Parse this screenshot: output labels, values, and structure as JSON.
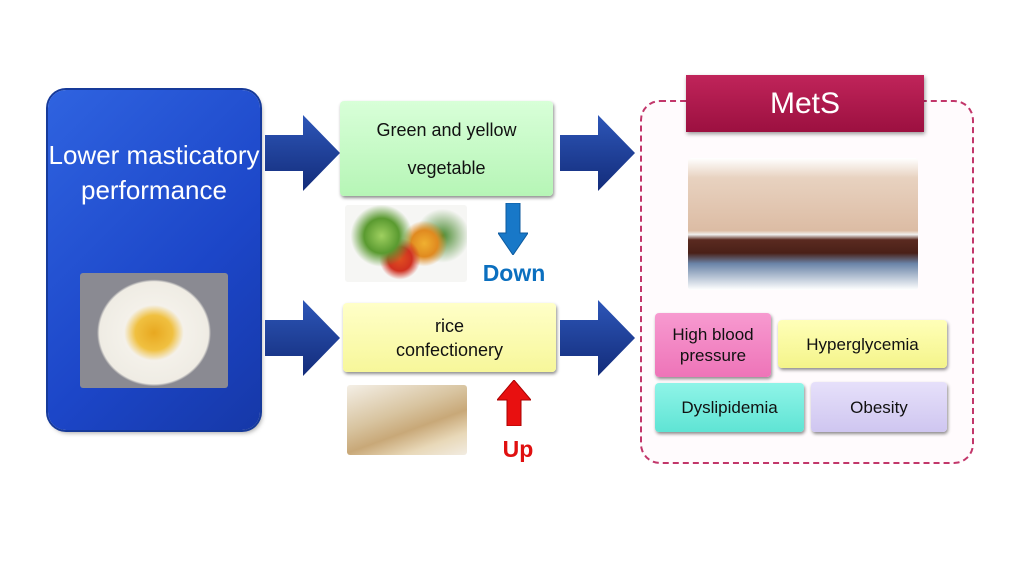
{
  "left_box": {
    "title": "Lower masticatory performance"
  },
  "middle": {
    "vegetable_box": "Green and yellow vegetable",
    "confectionery_box": "rice confectionery",
    "down_label": "Down",
    "up_label": "Up"
  },
  "mets": {
    "title": "MetS",
    "components": [
      "High blood pressure",
      "Hyperglycemia",
      "Dyslipidemia",
      "Obesity"
    ]
  },
  "colors": {
    "blue_box": "#1c46c8",
    "arrow": "#1a3a8c",
    "mets": "#a8154a",
    "down": "#0b6fbf",
    "up": "#e01010"
  }
}
